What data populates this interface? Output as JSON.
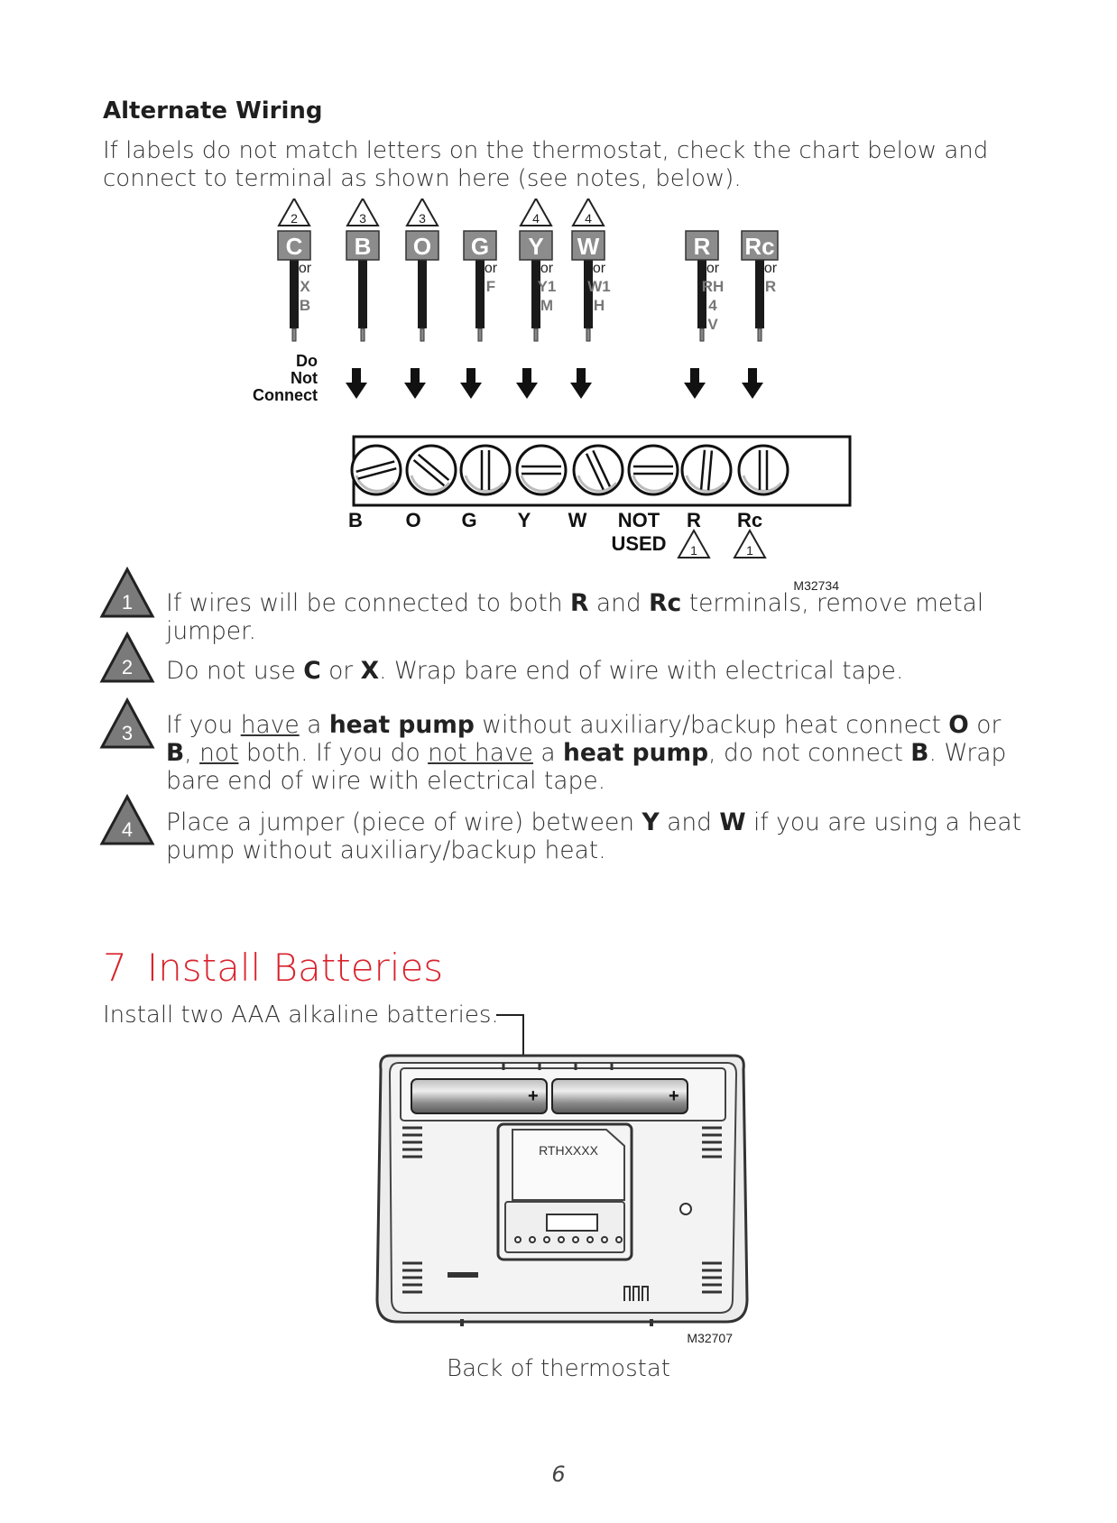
{
  "alternate_wiring": {
    "heading": "Alternate Wiring",
    "intro": "If labels do not match letters on the thermostat, check the chart below and connect to terminal as shown here (see notes, below)."
  },
  "wiring_diagram": {
    "wires": [
      {
        "label": "C",
        "note": "2",
        "alts": [
          "or",
          "X",
          "B"
        ]
      },
      {
        "label": "B",
        "note": "3",
        "alts": []
      },
      {
        "label": "O",
        "note": "3",
        "alts": []
      },
      {
        "label": "G",
        "note": "",
        "alts": [
          "or",
          "F"
        ]
      },
      {
        "label": "Y",
        "note": "4",
        "alts": [
          "or",
          "Y1",
          "M"
        ]
      },
      {
        "label": "W",
        "note": "4",
        "alts": [
          "or",
          "W1",
          "H"
        ]
      },
      {
        "label": "R",
        "note": "",
        "alts": [
          "or",
          "RH",
          "4",
          "V"
        ]
      },
      {
        "label": "Rc",
        "note": "",
        "alts": [
          "or",
          "R"
        ]
      }
    ],
    "do_not_connect": [
      "Do",
      "Not",
      "Connect"
    ],
    "terminals": [
      "B",
      "O",
      "G",
      "Y",
      "W",
      "NOT",
      "R",
      "Rc"
    ],
    "terminal_sub": "USED",
    "terminal_notes": [
      "1",
      "1"
    ],
    "figure_code": "M32734"
  },
  "notes": [
    {
      "num": "1"
    },
    {
      "num": "2"
    },
    {
      "num": "3"
    },
    {
      "num": "4"
    }
  ],
  "note_text": {
    "n1_a": "If wires will be connected to both ",
    "n1_b": "R",
    "n1_c": " and ",
    "n1_d": "Rc",
    "n1_e": " terminals, remove metal jumper.",
    "n2_a": "Do not use ",
    "n2_b": "C",
    "n2_c": " or ",
    "n2_d": "X",
    "n2_e": ". Wrap bare end of wire with electrical tape.",
    "n3_a": "If you ",
    "n3_b": "have",
    "n3_c": " a ",
    "n3_d": "heat pump",
    "n3_e": " without auxiliary/backup heat connect ",
    "n3_f": "O",
    "n3_g": " or ",
    "n3_h": "B",
    "n3_i": ", ",
    "n3_j": "not",
    "n3_k": " both. If you do ",
    "n3_l": "not have",
    "n3_m": " a ",
    "n3_n": "heat pump",
    "n3_o": ", do not connect ",
    "n3_p": "B",
    "n3_q": ". Wrap bare end of wire with electrical tape.",
    "n4_a": "Place a jumper (piece of wire) between ",
    "n4_b": "Y",
    "n4_c": " and ",
    "n4_d": "W",
    "n4_e": " if you are using a heat pump without auxiliary/backup heat."
  },
  "section7": {
    "number": "7",
    "title": "Install Batteries",
    "instruction": "Install two AAA alkaline batteries.",
    "model_label": "RTHXXXX",
    "figure_code": "M32707",
    "caption": "Back of thermostat"
  },
  "page_number": "6"
}
